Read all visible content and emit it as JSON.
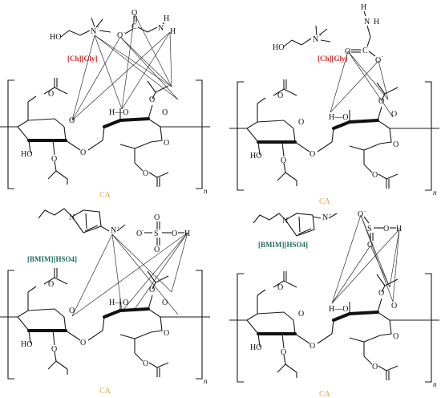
{
  "panels": [
    {
      "id": "a",
      "polymer_label": "CA",
      "il_label": "[Ch][Gly]",
      "il_color": "#d62828",
      "repeat_subscript": "n"
    },
    {
      "id": "b",
      "polymer_label": "CA",
      "il_label": "[Ch][Gly]",
      "il_color": "#d62828",
      "repeat_subscript": "n"
    },
    {
      "id": "c",
      "polymer_label": "CA",
      "il_label": "[BMIM][HSO4]",
      "il_color": "#1f6b5e",
      "repeat_subscript": "n"
    },
    {
      "id": "d",
      "polymer_label": "CA",
      "il_label": "[BMIM][HSO4]",
      "il_color": "#1f6b5e",
      "repeat_subscript": "n"
    }
  ],
  "atoms": {
    "ho": "HO",
    "n": "N",
    "o": "O",
    "c": "C",
    "h": "H",
    "s": "S",
    "oh_bond": "H—O",
    "plus": "+",
    "minus": "-"
  },
  "colors": {
    "ch_gly": "#d62828",
    "bmim": "#1f6b5e",
    "ca": "#e8a33a"
  }
}
